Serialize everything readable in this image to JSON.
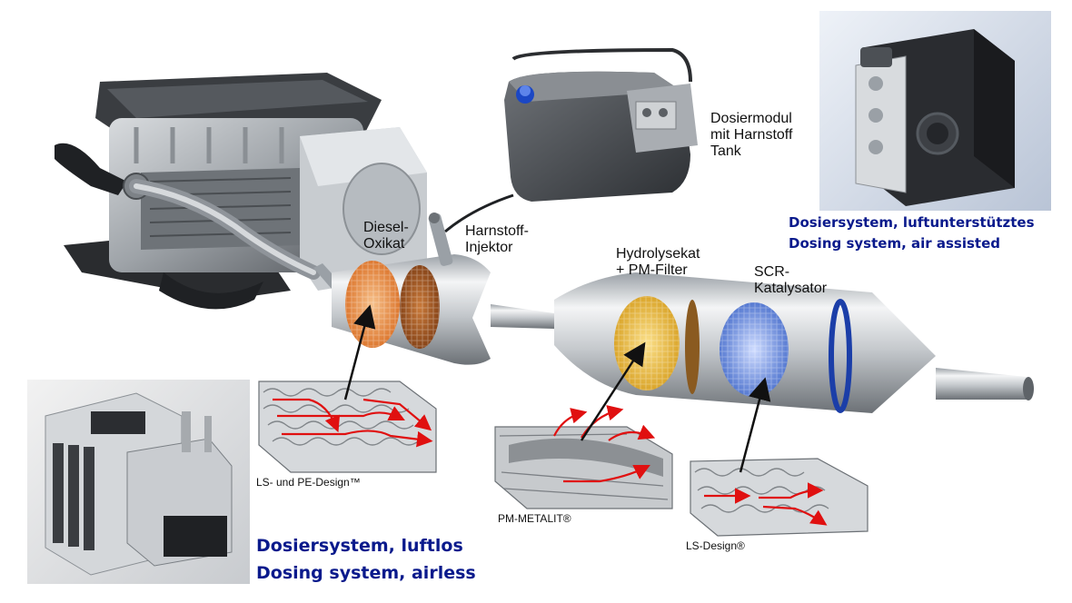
{
  "labels": {
    "diesel_oxikat": [
      "Diesel-",
      "Oxikat"
    ],
    "harnstoff_injektor": [
      "Harnstoff-",
      "Injektor"
    ],
    "dosiermodul": [
      "Dosiermodul",
      "mit Harnstoff",
      "Tank"
    ],
    "hydrolysekat": [
      "Hydrolysekat",
      "+ PM-Filter"
    ],
    "scr": [
      "SCR-",
      "Katalysator"
    ]
  },
  "substrates": {
    "ls_pe": "LS- und PE-Design™",
    "pm_metalit": "PM-METALIT®",
    "ls_design": "LS-Design®"
  },
  "captions": {
    "air_assisted_de": "Dosiersystem, luftunterstütztes",
    "air_assisted_en": "Dosing system, air assisted",
    "airless_de": "Dosiersystem, luftlos",
    "airless_en": "Dosing system, airless"
  },
  "colors": {
    "caption_blue": "#0a1a8c",
    "flow_red": "#e01010",
    "oxikat_orange": "#e8893a",
    "filter_gold": "#e2b43a",
    "scr_blue": "#4a78d8"
  }
}
